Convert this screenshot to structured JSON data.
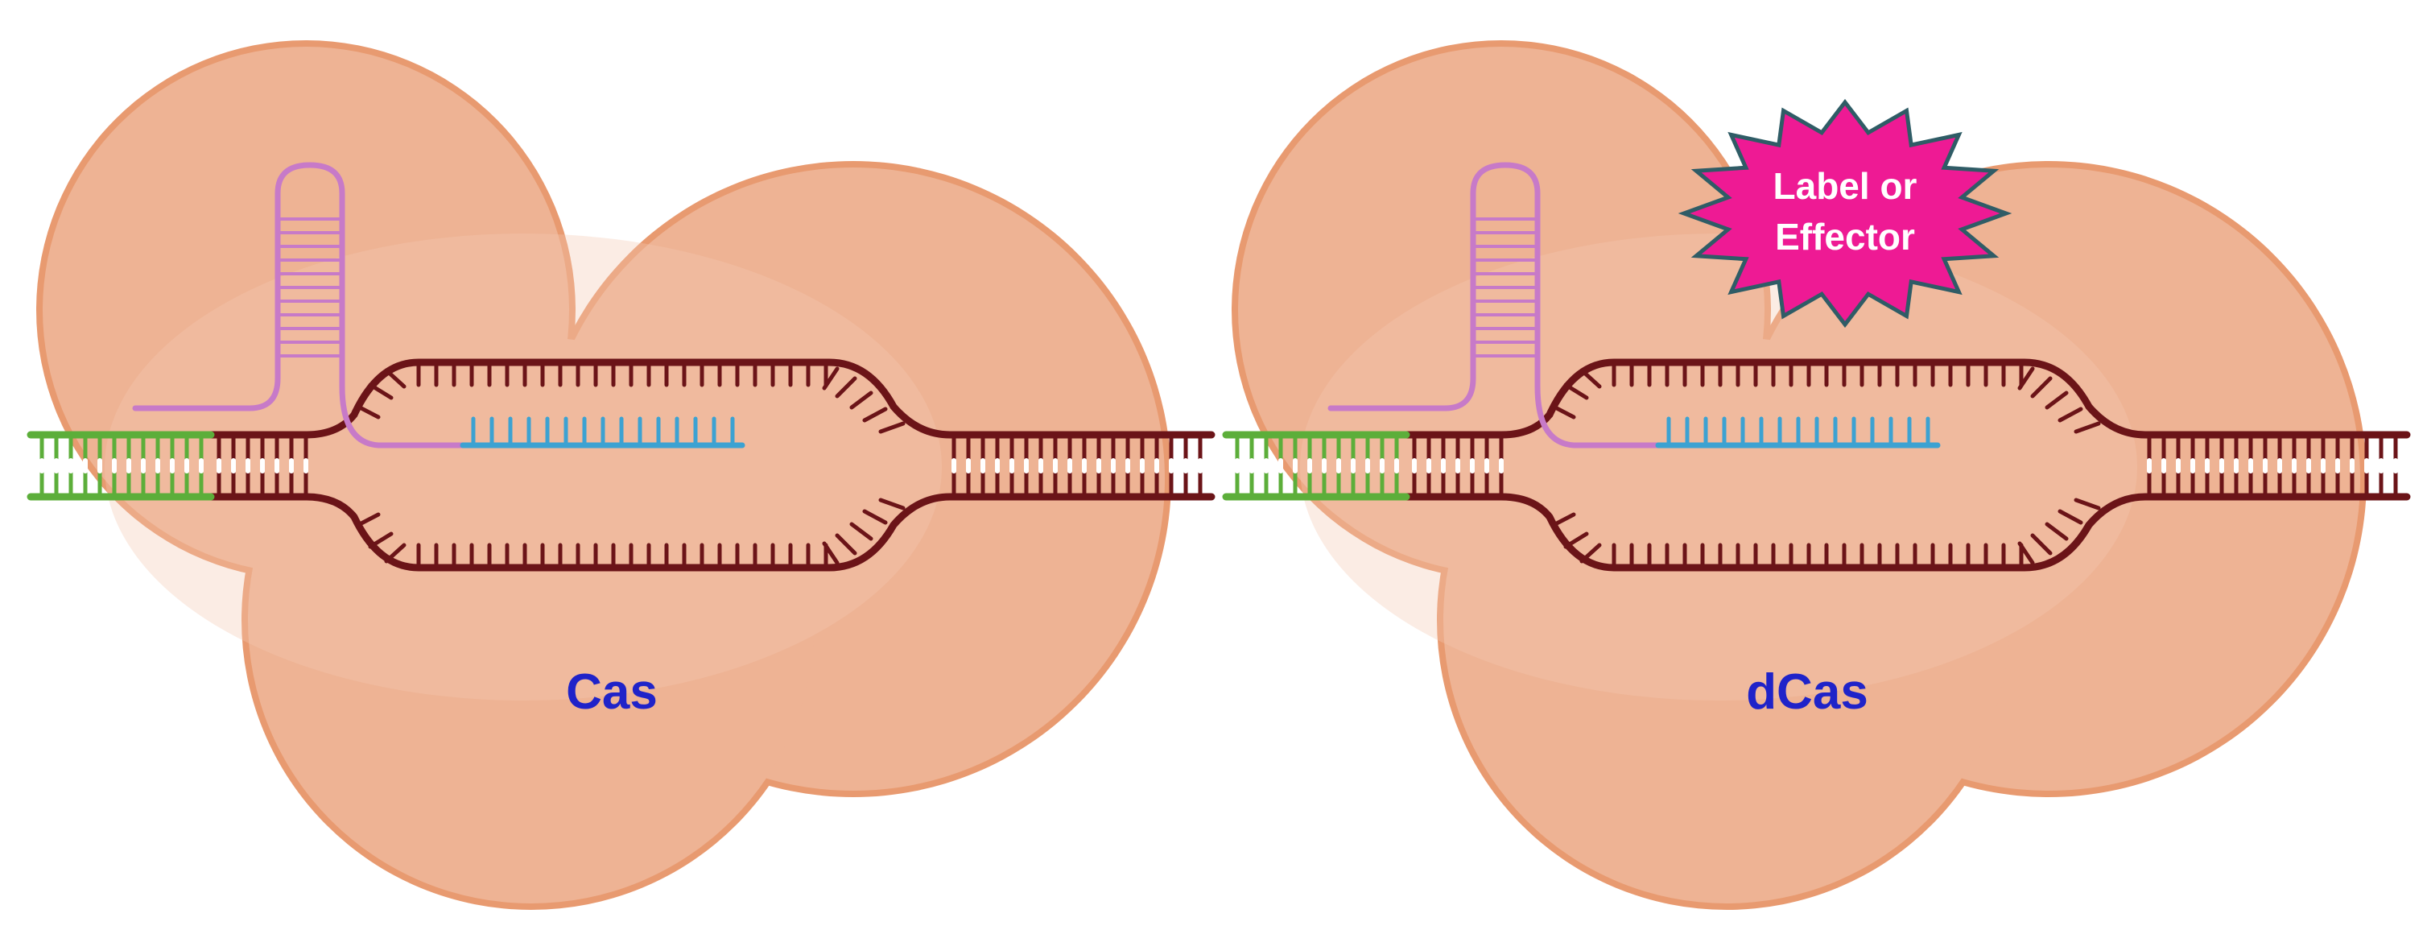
{
  "panels": [
    {
      "id": "cas",
      "label": "Cas",
      "has_effector": false
    },
    {
      "id": "dcas",
      "label": "dCas",
      "has_effector": true
    }
  ],
  "effector": {
    "label_line1": "Label or",
    "label_line2": "Effector"
  },
  "colors": {
    "protein_fill": "#EEB394",
    "protein_edge": "#E89A70",
    "protein_highlight": "#F3C9B1",
    "dna": "#6B1418",
    "pam": "#5CAE3A",
    "guide_rna": "#C77AC8",
    "spacer": "#3CA2D2",
    "label_text": "#1F23C9",
    "effector_fill": "#EE1A94",
    "effector_edge": "#2F5C66",
    "effector_text": "#FFFFFF"
  }
}
